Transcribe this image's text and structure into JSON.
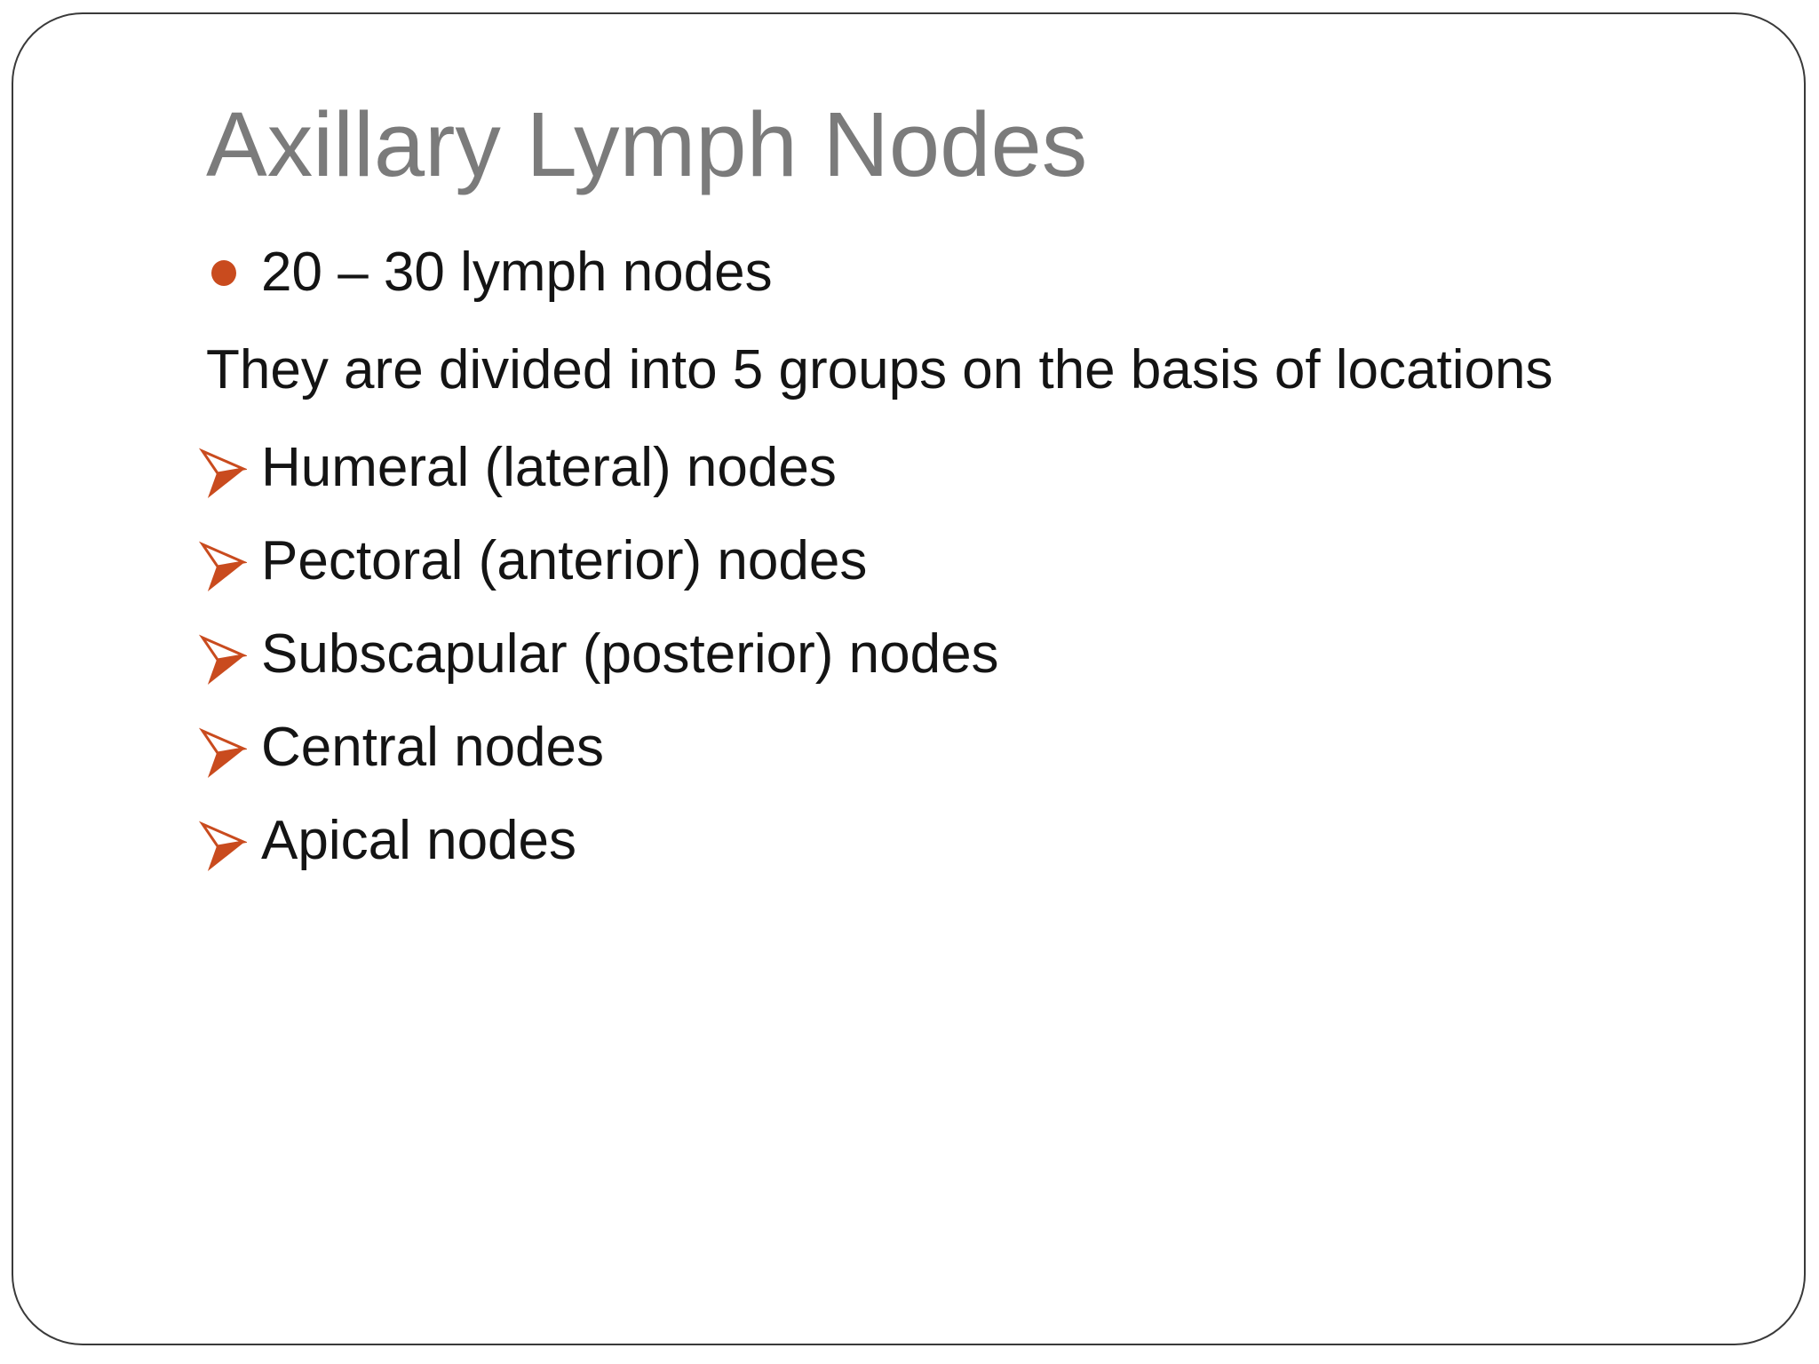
{
  "theme": {
    "accent": "#C94B1E",
    "title_color": "#7b7b7b",
    "text_color": "#141414",
    "border_color": "#3a3a3a",
    "bg": "#ffffff"
  },
  "slide": {
    "title": "Axillary Lymph Nodes",
    "items": [
      {
        "type": "dot",
        "text": "20 – 30 lymph nodes"
      },
      {
        "type": "plain",
        "text": "They are divided into 5 groups on the basis of locations"
      },
      {
        "type": "arrow",
        "text": "Humeral (lateral) nodes"
      },
      {
        "type": "arrow",
        "text": "Pectoral (anterior) nodes"
      },
      {
        "type": "arrow",
        "text": "Subscapular (posterior) nodes"
      },
      {
        "type": "arrow",
        "text": "Central nodes"
      },
      {
        "type": "arrow",
        "text": "Apical nodes"
      }
    ]
  }
}
